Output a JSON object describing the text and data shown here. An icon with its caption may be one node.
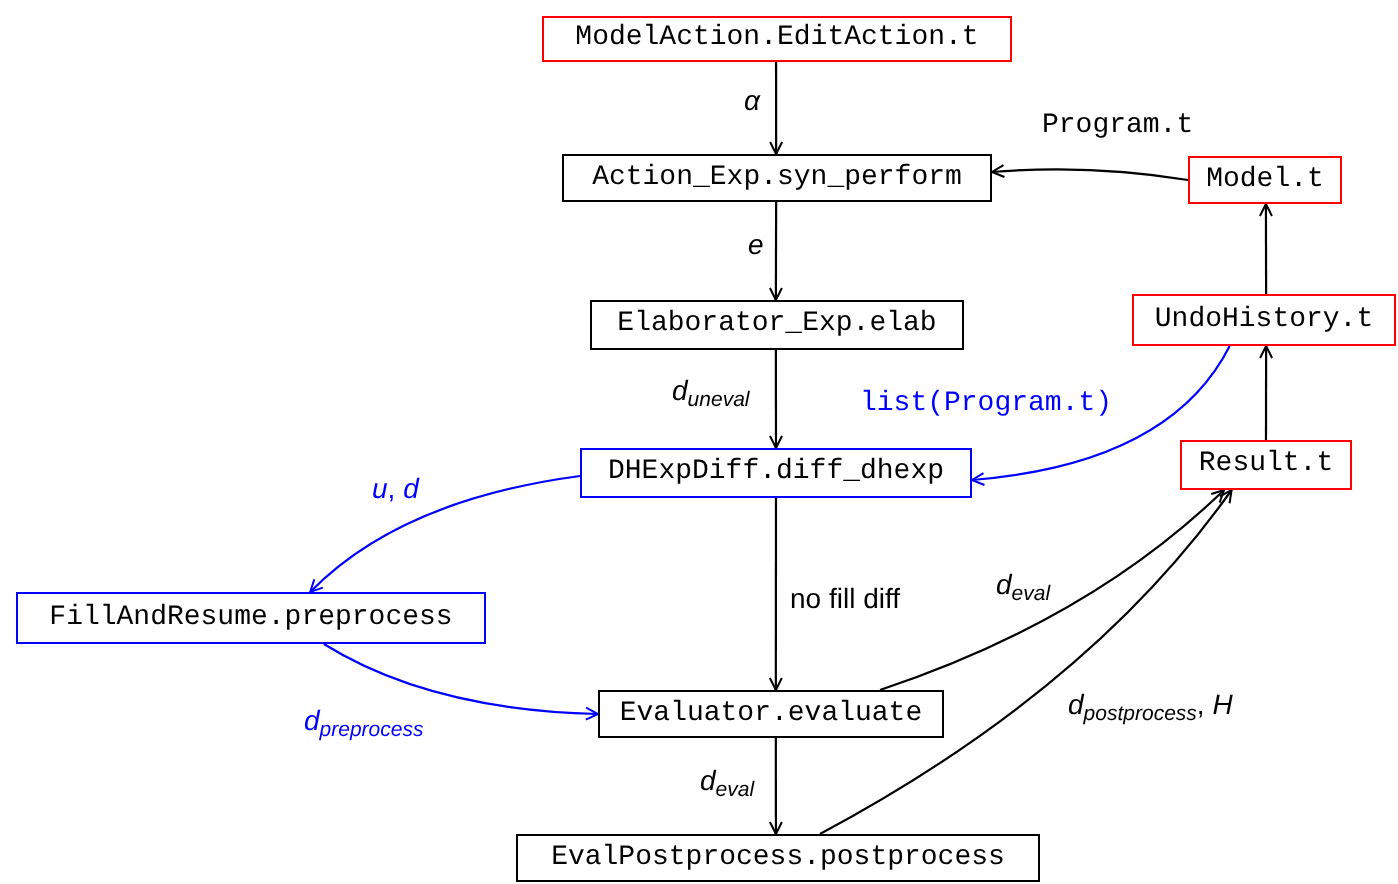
{
  "diagram": {
    "nodes": [
      {
        "text": [
          "ModelAction.EditAction.t"
        ]
      },
      {
        "text": [
          "Action_Exp.syn_perform"
        ]
      },
      {
        "text": [
          "Elaborator_Exp.elab"
        ]
      },
      {
        "text": [
          "DHExpDiff.diff_dhexp"
        ]
      },
      {
        "text": [
          "FillAndResume.preprocess"
        ]
      },
      {
        "text": [
          "Evaluator.evaluate"
        ]
      },
      {
        "text": [
          "EvalPostprocess.postprocess"
        ]
      },
      {
        "text": [
          "Model.t"
        ]
      },
      {
        "text": [
          "UndoHistory.t"
        ]
      },
      {
        "text": [
          "Result.t"
        ]
      }
    ],
    "edges": [
      {
        "from": 0,
        "to": 1,
        "arrow": "to",
        "label": "*α*"
      },
      {
        "from": 1,
        "to": 2,
        "arrow": "to",
        "label": "*e*"
      },
      {
        "from": 2,
        "to": 3,
        "arrow": "to",
        "label": "*d*$_{uneval}$"
      },
      {
        "from": 3,
        "to": 4,
        "arrow": "to",
        "label": "*u*, *d*",
        "color": "#0000ff"
      },
      {
        "from": 4,
        "to": 5,
        "arrow": "to",
        "label": "*d*$_{preprocess}$",
        "color": "#0000ff"
      },
      {
        "from": 3,
        "to": 5,
        "arrow": "to",
        "label": "no fill diff"
      },
      {
        "from": 5,
        "to": 9,
        "arrow": "to",
        "label": "*d*$_{eval}$"
      },
      {
        "from": 6,
        "to": 9,
        "arrow": "to",
        "label": "*d*$_{postprocess}$, *H*"
      },
      {
        "from": 5,
        "to": 6,
        "arrow": "to",
        "label": "*d*$_{eval}$"
      },
      {
        "from": 9,
        "to": 8,
        "arrow": "to"
      },
      {
        "from": 8,
        "to": 7,
        "arrow": "to"
      },
      {
        "from": 7,
        "to": 1,
        "arrow": "to",
        "label": "Program.t"
      },
      {
        "from": 8,
        "to": 3,
        "arrow": "to",
        "label": "list(Program.t)",
        "color": "#0000ff"
      }
    ]
  }
}
